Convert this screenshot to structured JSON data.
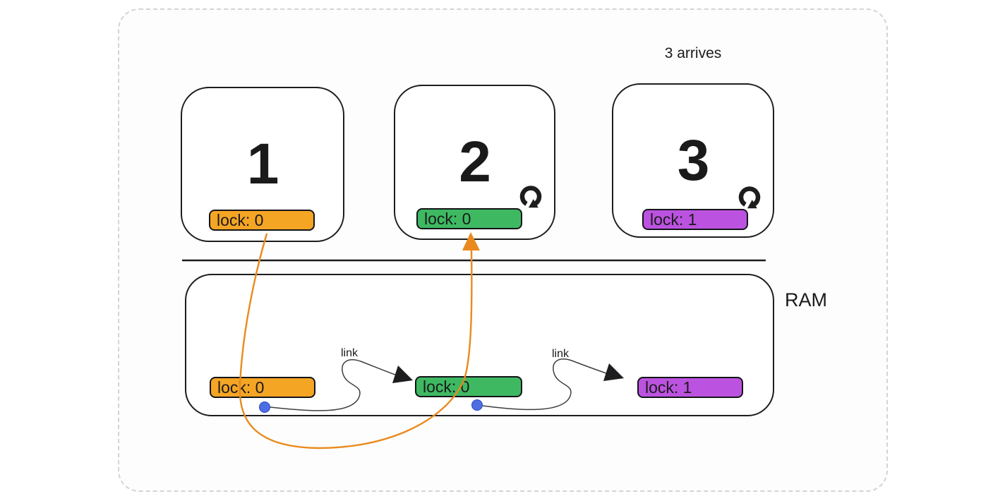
{
  "threads": [
    {
      "number": "1",
      "lock": {
        "label": "lock: 0",
        "color": "#F5A524"
      },
      "spinner": false
    },
    {
      "number": "2",
      "lock": {
        "label": "lock: 0",
        "color": "#3EB962"
      },
      "spinner": true
    },
    {
      "number": "3",
      "lock": {
        "label": "lock: 1",
        "color": "#BC53E0"
      },
      "spinner": true,
      "annotation": "3 arrives"
    }
  ],
  "ram": {
    "label": "RAM",
    "nodes": [
      {
        "lock": {
          "label": "lock: 0",
          "color": "#F5A524"
        },
        "dot": true
      },
      {
        "lock": {
          "label": "lock: 0",
          "color": "#3EB962"
        },
        "dot": true
      },
      {
        "lock": {
          "label": "lock: 1",
          "color": "#BC53E0"
        },
        "dot": false
      }
    ],
    "links": [
      {
        "label": "link"
      },
      {
        "label": "link"
      }
    ]
  },
  "colors": {
    "ink": "#1d1d1f",
    "wire_orange": "#EA8A1E",
    "link_wire": "#3f3f3f",
    "dot_blue": "#4D6EE3",
    "dot_border": "#2B46C0",
    "frame_border": "#d4d4d4"
  }
}
